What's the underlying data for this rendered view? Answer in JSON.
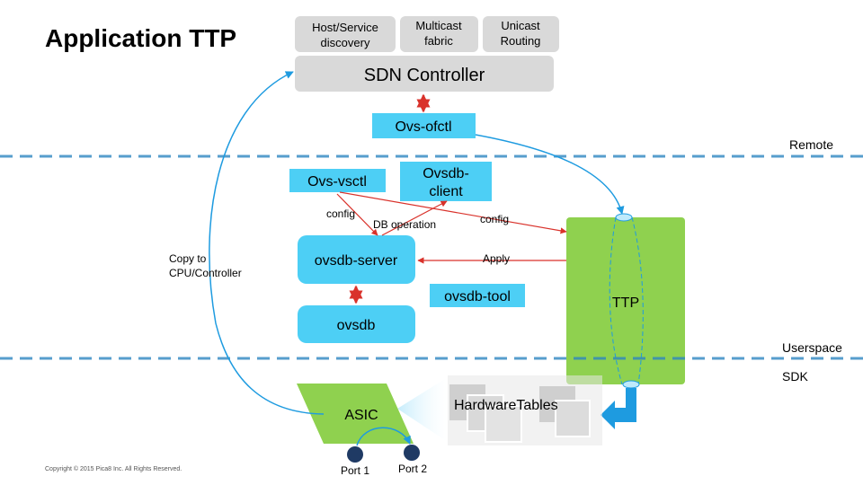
{
  "title": "Application TTP",
  "apps": [
    "Host/Service discovery",
    "Multicast fabric",
    "Unicast Routing"
  ],
  "controller": "SDN Controller",
  "boxes": {
    "ovs_ofctl": "Ovs-ofctl",
    "ovs_vsctl": "Ovs-vsctl",
    "ovsdb_client_1": "Ovsdb-",
    "ovsdb_client_2": "client",
    "ovsdb_server": "ovsdb-server",
    "ovsdb_tool": "ovsdb-tool",
    "ovsdb": "ovsdb",
    "ttp": "TTP",
    "asic": "ASIC",
    "hardware_tables": "HardwareTables"
  },
  "layers": {
    "remote": "Remote",
    "userspace": "Userspace",
    "sdk": "SDK"
  },
  "edge_labels": {
    "config_left": "config",
    "db_operation": "DB operation",
    "config_right": "config",
    "apply": "Apply",
    "copy_1": "Copy to",
    "copy_2": "CPU/Controller"
  },
  "ports": [
    "Port 1",
    "Port 2"
  ],
  "copyright": "Copyright © 2015 Pica8 Inc. All Rights Reserved.",
  "colors": {
    "cyan": "#4DCFF5",
    "green": "#8FD14F",
    "gray": "#D9D9D9",
    "dash": "#2E86C1",
    "red": "#D9322B",
    "navy": "#1F3A64",
    "blue_arrow": "#1E9BE0"
  }
}
